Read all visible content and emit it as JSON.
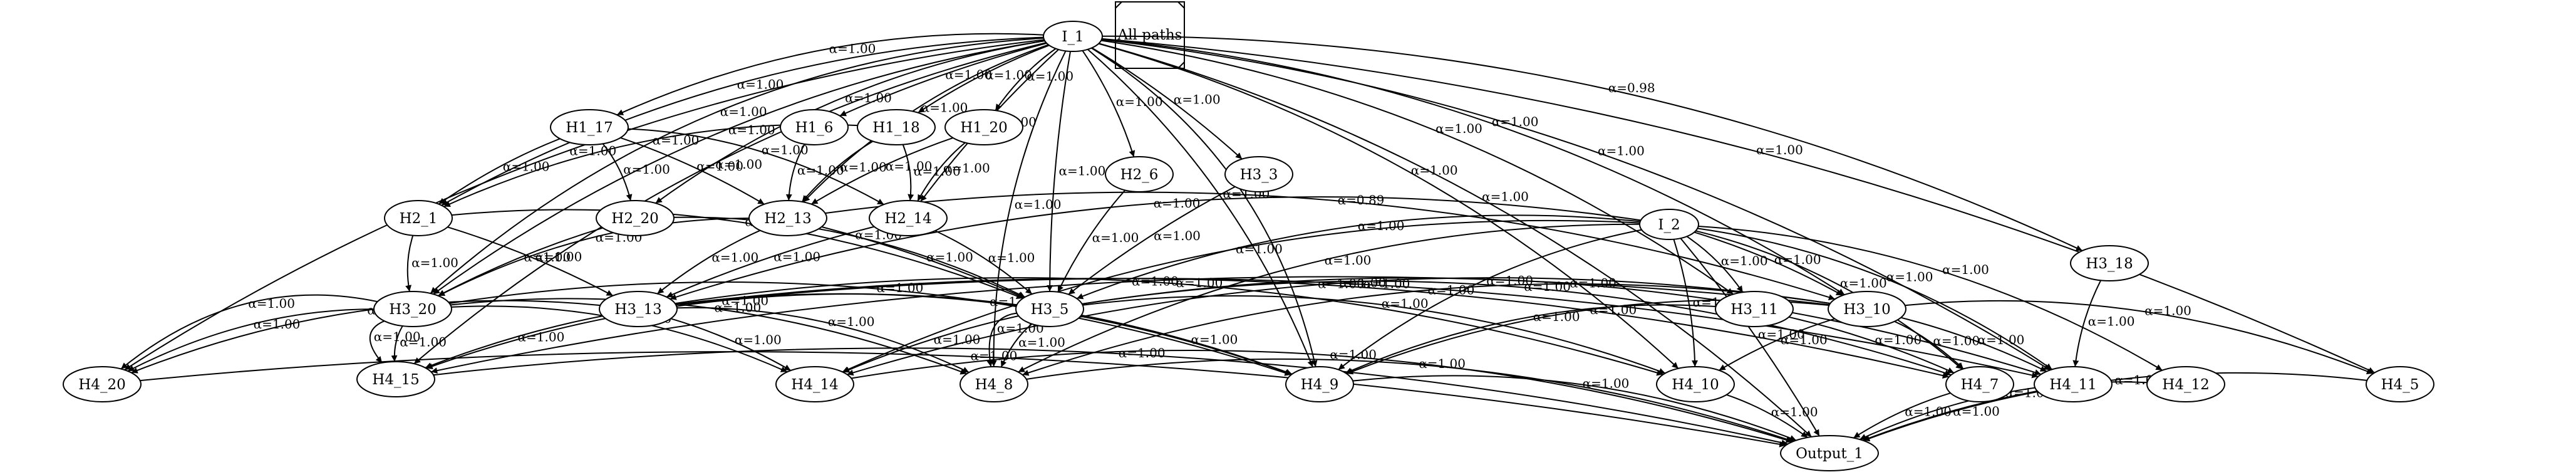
{
  "legend": {
    "label": "All paths"
  },
  "nodes": [
    {
      "id": "I_1",
      "label": "I_1"
    },
    {
      "id": "I_2",
      "label": "I_2"
    },
    {
      "id": "H1_17",
      "label": "H1_17"
    },
    {
      "id": "H1_6",
      "label": "H1_6"
    },
    {
      "id": "H1_18",
      "label": "H1_18"
    },
    {
      "id": "H1_20",
      "label": "H1_20"
    },
    {
      "id": "H2_6",
      "label": "H2_6"
    },
    {
      "id": "H3_3",
      "label": "H3_3"
    },
    {
      "id": "H2_1",
      "label": "H2_1"
    },
    {
      "id": "H2_20",
      "label": "H2_20"
    },
    {
      "id": "H2_13",
      "label": "H2_13"
    },
    {
      "id": "H2_14",
      "label": "H2_14"
    },
    {
      "id": "H3_18",
      "label": "H3_18"
    },
    {
      "id": "H3_20",
      "label": "H3_20"
    },
    {
      "id": "H3_13",
      "label": "H3_13"
    },
    {
      "id": "H3_5",
      "label": "H3_5"
    },
    {
      "id": "H3_11",
      "label": "H3_11"
    },
    {
      "id": "H3_10",
      "label": "H3_10"
    },
    {
      "id": "H4_20",
      "label": "H4_20"
    },
    {
      "id": "H4_15",
      "label": "H4_15"
    },
    {
      "id": "H4_14",
      "label": "H4_14"
    },
    {
      "id": "H4_8",
      "label": "H4_8"
    },
    {
      "id": "H4_9",
      "label": "H4_9"
    },
    {
      "id": "H4_10",
      "label": "H4_10"
    },
    {
      "id": "H4_7",
      "label": "H4_7"
    },
    {
      "id": "H4_11",
      "label": "H4_11"
    },
    {
      "id": "H4_12",
      "label": "H4_12"
    },
    {
      "id": "H4_5",
      "label": "H4_5"
    },
    {
      "id": "Output_1",
      "label": "Output_1"
    }
  ],
  "edges": [
    {
      "from": "I_1",
      "to": "H4_20",
      "label": "α=1.00"
    },
    {
      "from": "I_1",
      "to": "H4_15",
      "label": "α=1.00"
    },
    {
      "from": "I_1",
      "to": "H3_20",
      "label": "α=1.00"
    },
    {
      "from": "I_1",
      "to": "H3_20",
      "label": "α=1.00"
    },
    {
      "from": "I_1",
      "to": "H1_17",
      "label": "α=1.00"
    },
    {
      "from": "I_1",
      "to": "H2_1",
      "label": "α=1.00"
    },
    {
      "from": "I_1",
      "to": "H2_20",
      "label": "α=1.00"
    },
    {
      "from": "I_1",
      "to": "H2_13",
      "label": "α=1.00"
    },
    {
      "from": "I_1",
      "to": "H1_6",
      "label": "α=1.00"
    },
    {
      "from": "I_1",
      "to": "H1_18",
      "label": "α=1.00"
    },
    {
      "from": "I_1",
      "to": "H1_20",
      "label": "α=1.00"
    },
    {
      "from": "I_1",
      "to": "H2_14",
      "label": "α=1.00"
    },
    {
      "from": "I_1",
      "to": "H3_5",
      "label": "α=1.00"
    },
    {
      "from": "I_1",
      "to": "H2_6",
      "label": "α=1.00"
    },
    {
      "from": "I_1",
      "to": "H4_9",
      "label": "α=1.00"
    },
    {
      "from": "I_1",
      "to": "H3_3",
      "label": "α=1.00"
    },
    {
      "from": "I_1",
      "to": "H4_8",
      "label": "α=1.00"
    },
    {
      "from": "I_1",
      "to": "H4_9",
      "label": "α=1.00"
    },
    {
      "from": "I_1",
      "to": "H3_11",
      "label": "α=1.00"
    },
    {
      "from": "I_1",
      "to": "H3_10",
      "label": "α=1.00"
    },
    {
      "from": "I_1",
      "to": "H4_10",
      "label": "α=1.00"
    },
    {
      "from": "I_1",
      "to": "H3_18",
      "label": "α=0.98"
    },
    {
      "from": "I_1",
      "to": "H4_11",
      "label": "α=1.00"
    },
    {
      "from": "I_1",
      "to": "H4_5",
      "label": "α=1.00"
    },
    {
      "from": "I_1",
      "to": "Output_1",
      "label": "α=1.00"
    },
    {
      "from": "H1_17",
      "to": "H2_1",
      "label": "α=1.00"
    },
    {
      "from": "H1_17",
      "to": "H2_20",
      "label": "α=1.00"
    },
    {
      "from": "H1_17",
      "to": "H2_13",
      "label": "α=1.00"
    },
    {
      "from": "H1_17",
      "to": "H2_14",
      "label": "α=1.00"
    },
    {
      "from": "H1_6",
      "to": "H2_13",
      "label": "α=1.00"
    },
    {
      "from": "H1_18",
      "to": "H2_1",
      "label": "α=1.00"
    },
    {
      "from": "H1_18",
      "to": "H2_13",
      "label": "α=1.00"
    },
    {
      "from": "H1_18",
      "to": "H2_14",
      "label": "α=1.00"
    },
    {
      "from": "H1_20",
      "to": "H2_13",
      "label": "α=1.00"
    },
    {
      "from": "H1_20",
      "to": "H2_14",
      "label": "α=1.00"
    },
    {
      "from": "H2_1",
      "to": "H3_20",
      "label": "α=1.00"
    },
    {
      "from": "H2_1",
      "to": "H3_13",
      "label": "α=1.00"
    },
    {
      "from": "H2_1",
      "to": "H3_5",
      "label": "α=1.00"
    },
    {
      "from": "H2_20",
      "to": "H3_20",
      "label": "α=1.00"
    },
    {
      "from": "H2_20",
      "to": "H3_5",
      "label": "α=1.00"
    },
    {
      "from": "H2_13",
      "to": "H3_20",
      "label": "α=1.00"
    },
    {
      "from": "H2_13",
      "to": "H3_13",
      "label": "α=1.00"
    },
    {
      "from": "H2_13",
      "to": "H3_5",
      "label": "α=1.00"
    },
    {
      "from": "H2_13",
      "to": "H3_10",
      "label": "α=0.89"
    },
    {
      "from": "H2_14",
      "to": "H3_13",
      "label": "α=1.00"
    },
    {
      "from": "H2_14",
      "to": "H3_5",
      "label": "α=1.00"
    },
    {
      "from": "H2_6",
      "to": "H3_5",
      "label": "α=1.00"
    },
    {
      "from": "H3_3",
      "to": "H3_5",
      "label": "α=1.00"
    },
    {
      "from": "I_2",
      "to": "H3_13",
      "label": "α=1.00"
    },
    {
      "from": "I_2",
      "to": "H3_5",
      "label": "α=1.00"
    },
    {
      "from": "I_2",
      "to": "H4_14",
      "label": "α=1.00"
    },
    {
      "from": "I_2",
      "to": "H4_8",
      "label": "α=1.00"
    },
    {
      "from": "I_2",
      "to": "H4_9",
      "label": "α=1.00"
    },
    {
      "from": "I_2",
      "to": "H4_10",
      "label": "α=1.00"
    },
    {
      "from": "I_2",
      "to": "H3_11",
      "label": "α=1.00"
    },
    {
      "from": "I_2",
      "to": "H3_10",
      "label": "α=1.00"
    },
    {
      "from": "I_2",
      "to": "H4_7",
      "label": "α=1.00"
    },
    {
      "from": "I_2",
      "to": "H4_11",
      "label": "α=1.00"
    },
    {
      "from": "I_2",
      "to": "H4_12",
      "label": "α=1.00"
    },
    {
      "from": "I_2",
      "to": "Output_1",
      "label": "α=1.00"
    },
    {
      "from": "H3_18",
      "to": "H4_11",
      "label": "α=1.00"
    },
    {
      "from": "H3_20",
      "to": "H4_20",
      "label": "α=1.00"
    },
    {
      "from": "H3_20",
      "to": "H4_20",
      "label": "α=1.00"
    },
    {
      "from": "H3_20",
      "to": "H4_15",
      "label": "α=1.00"
    },
    {
      "from": "H3_20",
      "to": "H4_15",
      "label": "α=1.00"
    },
    {
      "from": "H3_20",
      "to": "H4_14",
      "label": "α=1.00"
    },
    {
      "from": "H3_20",
      "to": "H4_8",
      "label": "α=1.00"
    },
    {
      "from": "H3_20",
      "to": "H4_9",
      "label": "α=1.00"
    },
    {
      "from": "H3_13",
      "to": "H4_20",
      "label": "α=1.00"
    },
    {
      "from": "H3_13",
      "to": "H4_15",
      "label": "α=1.00"
    },
    {
      "from": "H3_13",
      "to": "H4_14",
      "label": "α=1.00"
    },
    {
      "from": "H3_13",
      "to": "H4_8",
      "label": "α=1.00"
    },
    {
      "from": "H3_13",
      "to": "H4_9",
      "label": "α=1.00"
    },
    {
      "from": "H3_13",
      "to": "H4_10",
      "label": "α=1.00"
    },
    {
      "from": "H3_13",
      "to": "H4_7",
      "label": "α=1.00"
    },
    {
      "from": "H3_13",
      "to": "H4_11",
      "label": "α=1.00"
    },
    {
      "from": "H3_5",
      "to": "H4_15",
      "label": "α=1.00"
    },
    {
      "from": "H3_5",
      "to": "H4_14",
      "label": "α=1.00"
    },
    {
      "from": "H3_5",
      "to": "H4_8",
      "label": "α=1.00"
    },
    {
      "from": "H3_5",
      "to": "H4_8",
      "label": "α=1.00"
    },
    {
      "from": "H3_5",
      "to": "H4_9",
      "label": "α=1.00"
    },
    {
      "from": "H3_5",
      "to": "H4_10",
      "label": "α=1.00"
    },
    {
      "from": "H3_5",
      "to": "H4_7",
      "label": "α=1.00"
    },
    {
      "from": "H3_5",
      "to": "H4_11",
      "label": "α=1.00"
    },
    {
      "from": "H3_11",
      "to": "H4_9",
      "label": "α=1.00"
    },
    {
      "from": "H3_11",
      "to": "H4_7",
      "label": "α=1.00"
    },
    {
      "from": "H3_10",
      "to": "H4_15",
      "label": "α=1.00"
    },
    {
      "from": "H3_10",
      "to": "H4_14",
      "label": "α=1.00"
    },
    {
      "from": "H3_10",
      "to": "H4_8",
      "label": "α=1.00"
    },
    {
      "from": "H3_10",
      "to": "H4_9",
      "label": "α=1.00"
    },
    {
      "from": "H3_10",
      "to": "H4_10",
      "label": "α=1.00"
    },
    {
      "from": "H3_10",
      "to": "H4_7",
      "label": "α=1.00"
    },
    {
      "from": "H3_10",
      "to": "H4_11",
      "label": "α=1.00"
    },
    {
      "from": "H3_10",
      "to": "H4_5",
      "label": "α=1.00"
    },
    {
      "from": "H4_20",
      "to": "Output_1",
      "label": "α=1.00"
    },
    {
      "from": "H4_15",
      "to": "Output_1",
      "label": "α=1.00"
    },
    {
      "from": "H4_14",
      "to": "Output_1",
      "label": "α=1.00"
    },
    {
      "from": "H4_8",
      "to": "Output_1",
      "label": "α=1.00"
    },
    {
      "from": "H4_9",
      "to": "Output_1",
      "label": "α=1.00"
    },
    {
      "from": "H4_10",
      "to": "Output_1",
      "label": "α=1.00"
    },
    {
      "from": "H4_7",
      "to": "Output_1",
      "label": "α=1.00"
    },
    {
      "from": "H4_11",
      "to": "Output_1",
      "label": "α=1.00"
    },
    {
      "from": "H4_12",
      "to": "Output_1",
      "label": "α=1.00"
    },
    {
      "from": "H4_5",
      "to": "Output_1",
      "label": "α=1.00"
    }
  ]
}
